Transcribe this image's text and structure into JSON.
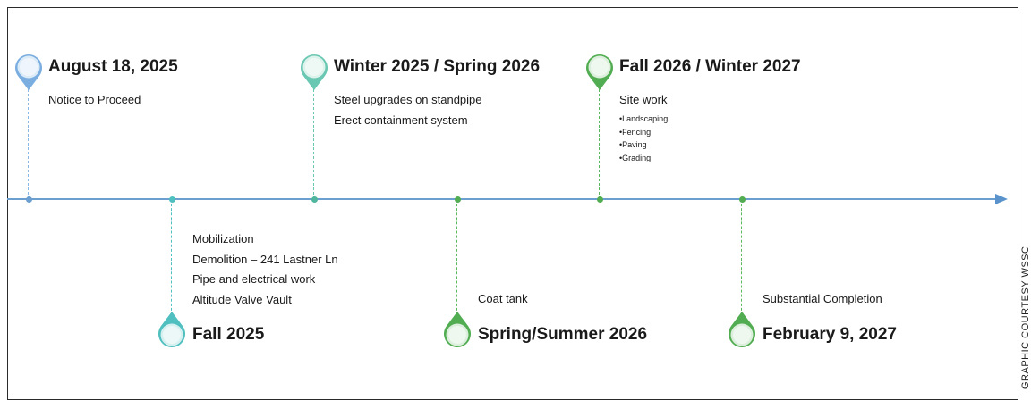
{
  "colors": {
    "axis": "#5a93cc",
    "blue": "#7aaee0",
    "teal": "#4fbfbf",
    "aqua": "#69c7b2",
    "green": "#52ad52",
    "text": "#1a1a1a"
  },
  "milestones": [
    {
      "id": "aug-2025",
      "title": "August 18, 2025",
      "items": [
        "Notice to Proceed"
      ],
      "color": "blue"
    },
    {
      "id": "fall-2025",
      "title": "Fall 2025",
      "items": [
        "Mobilization",
        "Demolition – 241 Lastner Ln",
        "Pipe and electrical work",
        "Altitude Valve Vault"
      ],
      "color": "teal"
    },
    {
      "id": "winter-2025",
      "title": "Winter 2025 / Spring 2026",
      "items": [
        "Steel upgrades on standpipe",
        "Erect containment system"
      ],
      "color": "aqua"
    },
    {
      "id": "spring-2026",
      "title": "Spring/Summer 2026",
      "items": [
        "Coat tank"
      ],
      "color": "green"
    },
    {
      "id": "fall-2026",
      "title": "Fall 2026 / Winter 2027",
      "items": [
        "Site work"
      ],
      "subitems": [
        "•Landscaping",
        "•Fencing",
        "•Paving",
        "•Grading"
      ],
      "color": "green"
    },
    {
      "id": "feb-2027",
      "title": "February 9, 2027",
      "items": [
        "Substantial Completion"
      ],
      "color": "green"
    }
  ],
  "credit": "GRAPHIC COURTESY WSSC"
}
